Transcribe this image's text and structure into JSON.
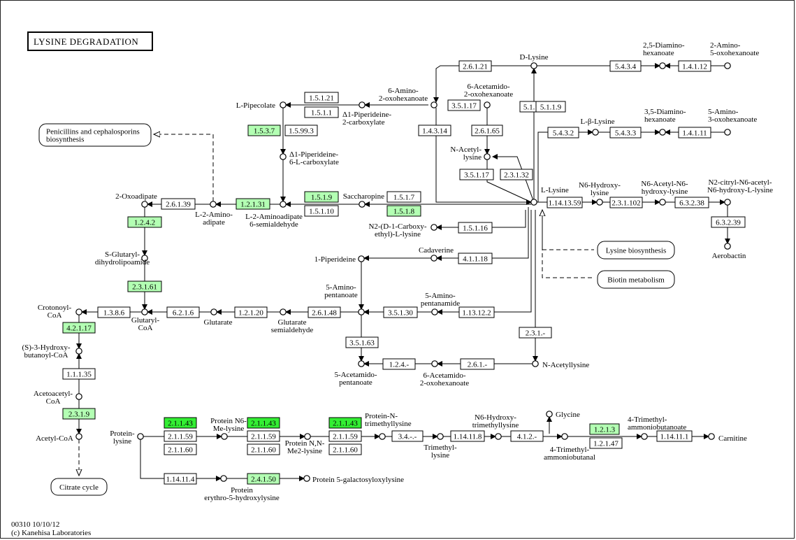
{
  "title": "LYSINE DEGRADATION",
  "footer": {
    "line1": "00310 10/10/12",
    "line2": "(c) Kanehisa Laboratories"
  },
  "colors": {
    "highlight": "#b3ffb3",
    "highlight_strong": "#33ee33",
    "line": "#000000"
  },
  "compounds": [
    {
      "id": "d-lysine",
      "lines": [
        "D-Lysine"
      ]
    },
    {
      "id": "diamino-hexanoate",
      "lines": [
        "2,5-Diamino-",
        "hexanoate"
      ]
    },
    {
      "id": "amino-oxohexanoate-top",
      "lines": [
        "2-Amino-",
        "5-oxohexanoate"
      ]
    },
    {
      "id": "amino-oxohexanoate",
      "lines": [
        "6-Amino-",
        "2-oxohexanoate"
      ]
    },
    {
      "id": "l-pipecolate",
      "lines": [
        "L-Pipecolate"
      ]
    },
    {
      "id": "piperideine-carboxylate",
      "lines": [
        "Δ1-Piperideine-",
        "2-carboxylate"
      ]
    },
    {
      "id": "acetamido-oxohexanoate-top",
      "lines": [
        "6-Acetamido-",
        "2-oxohexanoate"
      ]
    },
    {
      "id": "n-acetyl-lysine",
      "lines": [
        "N-Acetyl-",
        "lysine"
      ]
    },
    {
      "id": "l-beta-lysine",
      "lines": [
        "L-β-Lysine"
      ]
    },
    {
      "id": "diamino-hexanoate-35",
      "lines": [
        "3,5-Diamino-",
        "hexanoate"
      ]
    },
    {
      "id": "amino-oxohexanoate-5",
      "lines": [
        "5-Amino-",
        "3-oxohexanoate"
      ]
    },
    {
      "id": "piperideine-6-carboxylate",
      "lines": [
        "Δ1-Piperideine-",
        "6-L-carboxylate"
      ]
    },
    {
      "id": "oxoadipate",
      "lines": [
        "2-Oxoadipate"
      ]
    },
    {
      "id": "l-aminoadipate",
      "lines": [
        "L-2-Amino-",
        "adipate"
      ]
    },
    {
      "id": "aminoadipate-semialdehyde",
      "lines": [
        "L-2-Aminoadipate",
        "6-semialdehyde"
      ]
    },
    {
      "id": "saccharopine",
      "lines": [
        "Saccharopine"
      ]
    },
    {
      "id": "l-lysine",
      "lines": [
        "L-Lysine"
      ]
    },
    {
      "id": "n6-hydroxy-lysine",
      "lines": [
        "N6-Hydroxy-",
        "lysine"
      ]
    },
    {
      "id": "n6-acetyl-n6-hydroxy-lysine",
      "lines": [
        "N6-Acetyl-N6-",
        "hydroxy-lysine"
      ]
    },
    {
      "id": "n2-citryl",
      "lines": [
        "N2-citryl-N6-acetyl-",
        "N6-hydroxy-L-lysine"
      ]
    },
    {
      "id": "aerobactin",
      "lines": [
        "Aerobactin"
      ]
    },
    {
      "id": "n2-carboxyethyl-lysine",
      "lines": [
        "N2-(D-1-Carboxy-",
        "ethyl)-L-lysine"
      ]
    },
    {
      "id": "cadaverine",
      "lines": [
        "Cadaverine"
      ]
    },
    {
      "id": "piperideine",
      "lines": [
        "1-Piperideine"
      ]
    },
    {
      "id": "s-glutaryl",
      "lines": [
        "S-Glutaryl-",
        "dihydrolipoamide"
      ]
    },
    {
      "id": "amino-pentanoate",
      "lines": [
        "5-Amino-",
        "pentanoate"
      ]
    },
    {
      "id": "amino-pentanamide",
      "lines": [
        "5-Amino-",
        "pentanamide"
      ]
    },
    {
      "id": "crotonoyl-coa",
      "lines": [
        "Crotonoyl-",
        "CoA"
      ]
    },
    {
      "id": "glutaryl-coa",
      "lines": [
        "Glutaryl-",
        "CoA"
      ]
    },
    {
      "id": "glutarate",
      "lines": [
        "Glutarate"
      ]
    },
    {
      "id": "glutarate-semialdehyde",
      "lines": [
        "Glutarate",
        "semialdehyde"
      ]
    },
    {
      "id": "hydroxy-butanoyl-coa",
      "lines": [
        "(S)-3-Hydroxy-",
        "butanoyl-CoA"
      ]
    },
    {
      "id": "acetamido-pentanoate",
      "lines": [
        "5-Acetamido-",
        "pentanoate"
      ]
    },
    {
      "id": "acetamido-oxohexanoate-bottom",
      "lines": [
        "6-Acetamido-",
        "2-oxohexanoate"
      ]
    },
    {
      "id": "n-acetyllysine",
      "lines": [
        "N-Acetyllysine"
      ]
    },
    {
      "id": "acetoacetyl-coa",
      "lines": [
        "Acetoacetyl-",
        "CoA"
      ]
    },
    {
      "id": "acetyl-coa",
      "lines": [
        "Acetyl-CoA"
      ]
    },
    {
      "id": "protein-lysine",
      "lines": [
        "Protein-",
        "lysine"
      ]
    },
    {
      "id": "protein-n6-me-lysine",
      "lines": [
        "Protein N6-",
        "Me-lysine"
      ]
    },
    {
      "id": "protein-nn-me2-lysine",
      "lines": [
        "Protein N,N-",
        "Me2-lysine"
      ]
    },
    {
      "id": "protein-n-trimethyllysine",
      "lines": [
        "Protein-N-",
        "trimethyllysine"
      ]
    },
    {
      "id": "trimethyl-lysine",
      "lines": [
        "Trimethyl-",
        "lysine"
      ]
    },
    {
      "id": "n6-hydroxy-trimethyllysine",
      "lines": [
        "N6-Hydroxy-",
        "trimethyllysine"
      ]
    },
    {
      "id": "glycine",
      "lines": [
        "Glycine"
      ]
    },
    {
      "id": "trimethyl-ammoniobutanal",
      "lines": [
        "4-Trimethyl-",
        "ammoniobutanal"
      ]
    },
    {
      "id": "trimethyl-ammoniobutanoate",
      "lines": [
        "4-Trimethyl-",
        "ammoniobutanoate"
      ]
    },
    {
      "id": "carnitine",
      "lines": [
        "Carnitine"
      ]
    },
    {
      "id": "protein-erythro",
      "lines": [
        "Protein",
        "erythro-5-hydroxylysine"
      ]
    },
    {
      "id": "protein-galactosyloxylysine",
      "lines": [
        "Protein 5-galactosyloxylysine"
      ]
    }
  ],
  "enzymes": [
    {
      "label": "2.6.1.21"
    },
    {
      "label": "5.4.3.4"
    },
    {
      "label": "1.4.1.12"
    },
    {
      "label": "1.5.1.21"
    },
    {
      "label": "1.5.1.1"
    },
    {
      "label": "3.5.1.17"
    },
    {
      "label": "5.1.1.5"
    },
    {
      "label": "5.1.1.9"
    },
    {
      "label": "1.5.3.7",
      "hl": 1
    },
    {
      "label": "1.5.99.3"
    },
    {
      "label": "1.4.3.14"
    },
    {
      "label": "2.6.1.65"
    },
    {
      "label": "5.4.3.2"
    },
    {
      "label": "5.4.3.3"
    },
    {
      "label": "1.4.1.11"
    },
    {
      "label": "3.5.1.17"
    },
    {
      "label": "2.3.1.32"
    },
    {
      "label": "1.5.1.9",
      "hl": 1
    },
    {
      "label": "1.5.1.7"
    },
    {
      "label": "2.6.1.39"
    },
    {
      "label": "1.2.1.31",
      "hl": 1
    },
    {
      "label": "1.5.1.10"
    },
    {
      "label": "1.5.1.8",
      "hl": 1
    },
    {
      "label": "1.14.13.59"
    },
    {
      "label": "2.3.1.102"
    },
    {
      "label": "6.3.2.38"
    },
    {
      "label": "1.2.4.2",
      "hl": 1
    },
    {
      "label": "1.5.1.16"
    },
    {
      "label": "6.3.2.39"
    },
    {
      "label": "4.1.1.18"
    },
    {
      "label": "2.3.1.61",
      "hl": 1
    },
    {
      "label": "1.3.8.6"
    },
    {
      "label": "6.2.1.6"
    },
    {
      "label": "1.2.1.20"
    },
    {
      "label": "2.6.1.48"
    },
    {
      "label": "3.5.1.30"
    },
    {
      "label": "1.13.12.2"
    },
    {
      "label": "4.2.1.17",
      "hl": 1
    },
    {
      "label": "2.3.1.-"
    },
    {
      "label": "3.5.1.63"
    },
    {
      "label": "1.1.1.35"
    },
    {
      "label": "1.2.4.-"
    },
    {
      "label": "2.6.1.-"
    },
    {
      "label": "2.3.1.9",
      "hl": 1
    },
    {
      "label": "2.1.1.43",
      "hl": 2
    },
    {
      "label": "2.1.1.59"
    },
    {
      "label": "2.1.1.60"
    },
    {
      "label": "2.1.1.43",
      "hl": 2
    },
    {
      "label": "2.1.1.59"
    },
    {
      "label": "2.1.1.60"
    },
    {
      "label": "2.1.1.43",
      "hl": 2
    },
    {
      "label": "2.1.1.59"
    },
    {
      "label": "2.1.1.60"
    },
    {
      "label": "3.4.-.-"
    },
    {
      "label": "1.14.11.8"
    },
    {
      "label": "4.1.2.-"
    },
    {
      "label": "1.2.1.3",
      "hl": 1
    },
    {
      "label": "1.2.1.47"
    },
    {
      "label": "1.14.11.1"
    },
    {
      "label": "1.14.11.4"
    },
    {
      "label": "2.4.1.50",
      "hl": 1
    }
  ],
  "maps": [
    {
      "label": "Penicillins and cephalosporins biosynthesis",
      "lines": [
        "Penicillins and cephalosporins",
        "biosynthesis"
      ]
    },
    {
      "label": "Lysine biosynthesis",
      "lines": [
        "Lysine biosynthesis"
      ]
    },
    {
      "label": "Biotin metabolism",
      "lines": [
        "Biotin metabolism"
      ]
    },
    {
      "label": "Citrate cycle",
      "lines": [
        "Citrate cycle"
      ]
    }
  ]
}
